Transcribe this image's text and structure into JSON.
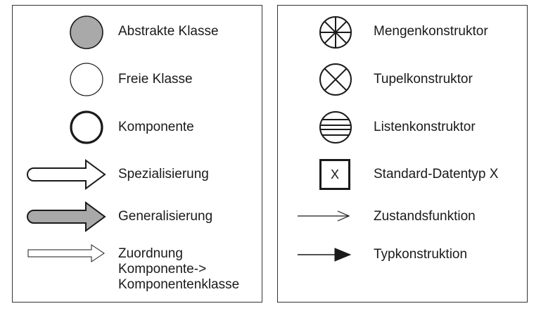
{
  "left_legend": {
    "abstrakte_klasse": "Abstrakte Klasse",
    "freie_klasse": "Freie Klasse",
    "komponente": "Komponente",
    "spezialisierung": "Spezialisierung",
    "generalisierung": "Generalisierung",
    "zuordnung": {
      "line1": "Zuordnung",
      "line2": "Komponente->",
      "line3": "Komponentenklasse"
    }
  },
  "right_legend": {
    "mengenkonstruktor": "Mengenkonstruktor",
    "tupelkonstruktor": "Tupelkonstruktor",
    "listenkonstruktor": "Listenkonstruktor",
    "standard_datentyp": "Standard-Datentyp X",
    "standard_datentyp_box_letter": "X",
    "zustandsfunktion": "Zustandsfunktion",
    "typkonstruktion": "Typkonstruktion"
  },
  "colors": {
    "fill_gray": "#a9a9a9",
    "stroke": "#1a1a1a"
  }
}
